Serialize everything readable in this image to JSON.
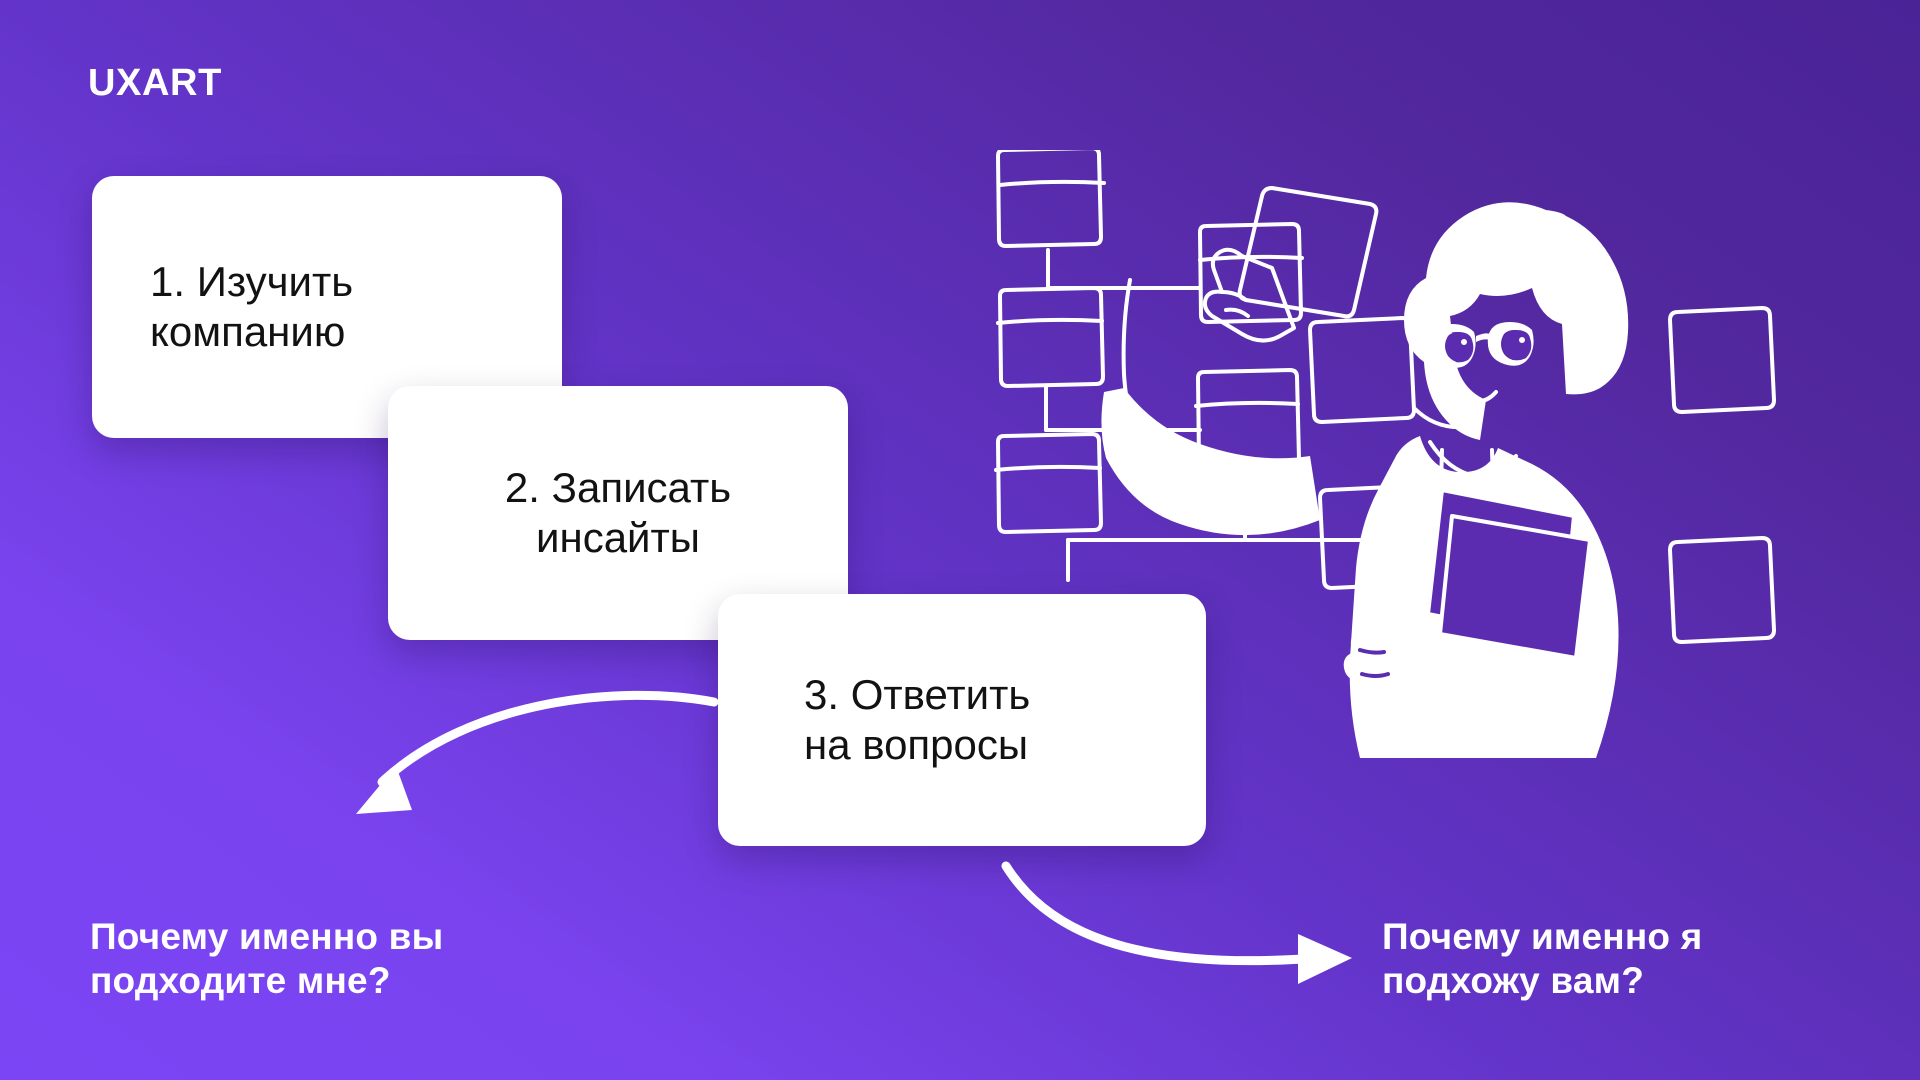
{
  "brand": {
    "logo": "UXART"
  },
  "colors": {
    "background_top_right": "#4a2397",
    "background_bottom_left": "#7b45f5",
    "card_background": "#ffffff",
    "card_text": "#121212",
    "accent_white": "#ffffff"
  },
  "steps": [
    {
      "id": "step-1",
      "number": "1.",
      "text": "1. Изучить\nкомпанию"
    },
    {
      "id": "step-2",
      "number": "2.",
      "text": "2. Записать\nинсайты"
    },
    {
      "id": "step-3",
      "number": "3.",
      "text": "3. Ответить\nна вопросы"
    }
  ],
  "questions": {
    "left": "Почему именно вы\nподходите мне?",
    "right": "Почему именно я\nподхожу вам?"
  },
  "arrows": [
    {
      "id": "arrow-left",
      "direction": "down-left",
      "label": "curved-arrow-to-left-question"
    },
    {
      "id": "arrow-right",
      "direction": "down-right",
      "label": "curved-arrow-to-right-question"
    }
  ],
  "illustration": {
    "name": "woman-with-sticky-notes-and-flowchart",
    "description": "Line-art illustration of a woman with curly hair and glasses holding documents and sticky notes beside a flowchart of connected cards"
  }
}
